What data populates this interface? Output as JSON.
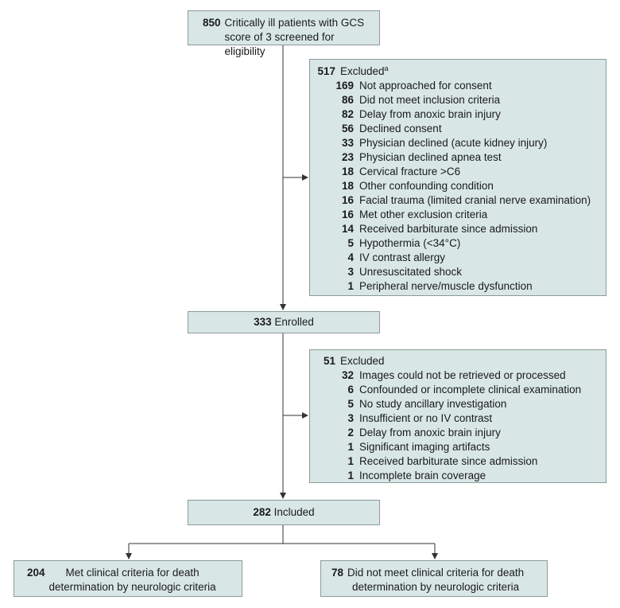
{
  "screened": {
    "count": "850",
    "lines": [
      "Critically ill patients with GCS",
      "score of 3 screened for eligibility"
    ]
  },
  "excluded1": {
    "count": "517",
    "label": "Excluded",
    "footnote": "a",
    "reasons": [
      {
        "n": "169",
        "text": "Not approached for consent"
      },
      {
        "n": "86",
        "text": "Did not meet inclusion criteria"
      },
      {
        "n": "82",
        "text": "Delay from anoxic brain injury"
      },
      {
        "n": "56",
        "text": "Declined consent"
      },
      {
        "n": "33",
        "text": "Physician declined (acute kidney injury)"
      },
      {
        "n": "23",
        "text": "Physician declined apnea test"
      },
      {
        "n": "18",
        "text": "Cervical fracture >C6"
      },
      {
        "n": "18",
        "text": "Other confounding condition"
      },
      {
        "n": "16",
        "text": "Facial trauma (limited cranial nerve examination)"
      },
      {
        "n": "16",
        "text": "Met other exclusion criteria"
      },
      {
        "n": "14",
        "text": "Received barbiturate since admission"
      },
      {
        "n": "5",
        "text": "Hypothermia (<34°C)"
      },
      {
        "n": "4",
        "text": "IV contrast allergy"
      },
      {
        "n": "3",
        "text": "Unresuscitated shock"
      },
      {
        "n": "1",
        "text": "Peripheral nerve/muscle dysfunction"
      }
    ]
  },
  "enrolled": {
    "count": "333",
    "label": "Enrolled"
  },
  "excluded2": {
    "count": "51",
    "label": "Excluded",
    "reasons": [
      {
        "n": "32",
        "text": "Images could not be retrieved or processed"
      },
      {
        "n": "6",
        "text": "Confounded or incomplete clinical examination"
      },
      {
        "n": "5",
        "text": "No study ancillary investigation"
      },
      {
        "n": "3",
        "text": "Insufficient or no IV contrast"
      },
      {
        "n": "2",
        "text": "Delay from anoxic brain injury"
      },
      {
        "n": "1",
        "text": "Significant imaging artifacts"
      },
      {
        "n": "1",
        "text": "Received barbiturate since admission"
      },
      {
        "n": "1",
        "text": "Incomplete brain coverage"
      }
    ]
  },
  "included": {
    "count": "282",
    "label": "Included"
  },
  "met": {
    "count": "204",
    "lines": [
      "Met clinical criteria for death",
      "determination by neurologic criteria"
    ]
  },
  "not_met": {
    "count": "78",
    "lines": [
      "Did not meet clinical criteria for death",
      "determination by neurologic criteria"
    ]
  },
  "colors": {
    "box_fill": "#d8e7e6",
    "box_border": "#8c9a99",
    "line": "#333333"
  }
}
